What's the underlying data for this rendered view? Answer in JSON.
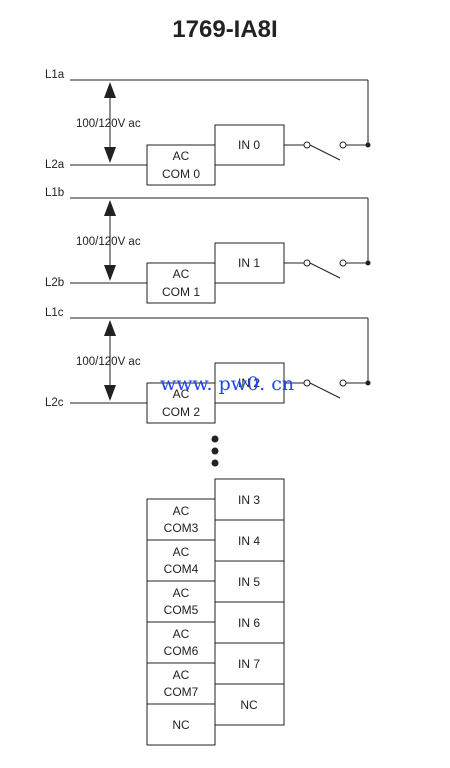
{
  "title": "1769-IA8I",
  "voltage_label": "100/120V ac",
  "groups": [
    {
      "line_top": "L1a",
      "line_bottom": "L2a",
      "com_line1": "AC",
      "com_line2": "COM 0",
      "input": "IN 0"
    },
    {
      "line_top": "L1b",
      "line_bottom": "L2b",
      "com_line1": "AC",
      "com_line2": "COM 1",
      "input": "IN 1"
    },
    {
      "line_top": "L1c",
      "line_bottom": "L2c",
      "com_line1": "AC",
      "com_line2": "COM 2",
      "input": "IN 2"
    }
  ],
  "terminal_rows": [
    {
      "com_line1": "AC",
      "com_line2": "COM3",
      "input": "IN 3"
    },
    {
      "com_line1": "AC",
      "com_line2": "COM4",
      "input": "IN 4"
    },
    {
      "com_line1": "AC",
      "com_line2": "COM5",
      "input": "IN 5"
    },
    {
      "com_line1": "AC",
      "com_line2": "COM6",
      "input": "IN 6"
    },
    {
      "com_line1": "AC",
      "com_line2": "COM7",
      "input": "IN 7"
    },
    {
      "com_line1": "NC",
      "com_line2": "",
      "input": "NC"
    }
  ],
  "watermark": "www. pw0. cn",
  "colors": {
    "line": "#222222",
    "watermark": "#2244ee"
  }
}
